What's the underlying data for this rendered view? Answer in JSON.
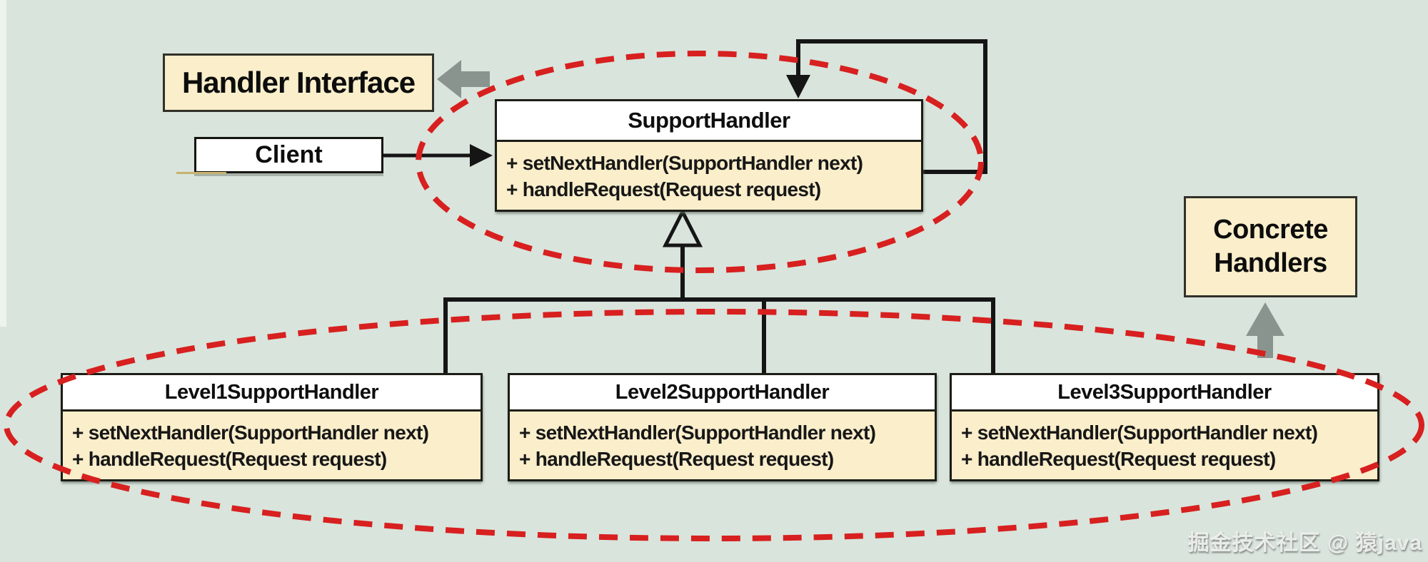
{
  "canvas": {
    "background": "#d9e4dc",
    "watermark": "掘金技术社区 @ 猿java"
  },
  "labels": {
    "handler_interface": "Handler Interface",
    "concrete_handlers": {
      "line1": "Concrete",
      "line2": "Handlers"
    },
    "client": "Client"
  },
  "classes": {
    "interface": {
      "name": "SupportHandler",
      "methods": [
        "+ setNextHandler(SupportHandler next)",
        "+ handleRequest(Request request)"
      ]
    },
    "concrete": [
      {
        "name": "Level1SupportHandler",
        "methods": [
          "+ setNextHandler(SupportHandler next)",
          "+ handleRequest(Request request)"
        ]
      },
      {
        "name": "Level2SupportHandler",
        "methods": [
          "+ setNextHandler(SupportHandler next)",
          "+ handleRequest(Request request)"
        ]
      },
      {
        "name": "Level3SupportHandler",
        "methods": [
          "+ setNextHandler(SupportHandler next)",
          "+ handleRequest(Request request)"
        ]
      }
    ]
  },
  "icons": {
    "handler_interface_pointer": "gray-left-arrow",
    "concrete_handlers_pointer": "gray-up-arrow",
    "inheritance": "hollow-triangle-up",
    "self_reference": "rectangular-self-loop-arrow",
    "client_association": "solid-right-arrow"
  },
  "colors": {
    "background": "#d9e4dc",
    "class_body_fill": "#faeecb",
    "class_title_fill": "#ffffff",
    "outline_black": "#161616",
    "highlight_red": "#d7201f",
    "pointer_gray": "#8a948e"
  }
}
